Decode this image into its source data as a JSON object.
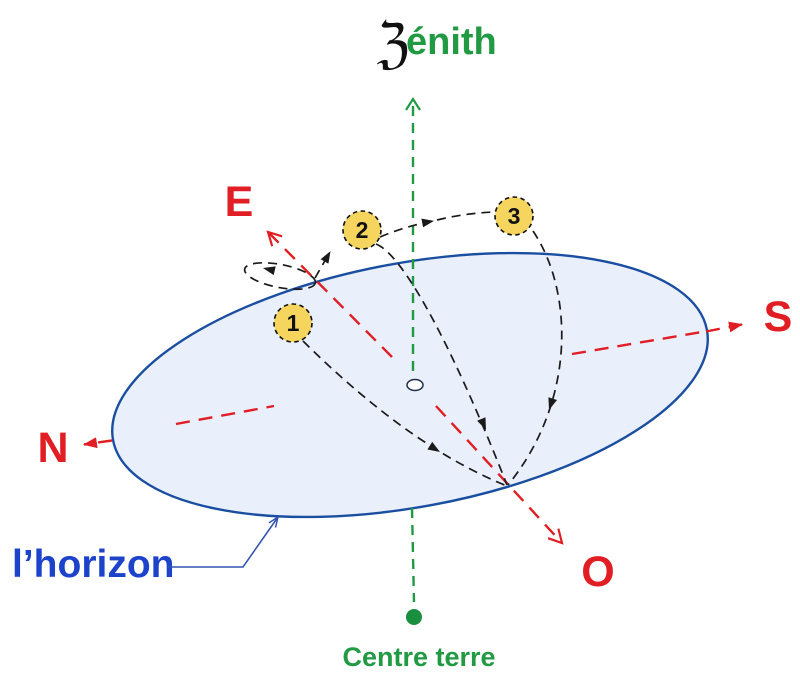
{
  "title": {
    "initial": "ℨ",
    "rest": "énith"
  },
  "compass": {
    "east": "E",
    "south": "S",
    "north": "N",
    "west": "O"
  },
  "horizon_label": "l’horizon",
  "earth_center_label": "Centre terre",
  "suns": [
    {
      "label": "1"
    },
    {
      "label": "2"
    },
    {
      "label": "3"
    }
  ],
  "colors": {
    "red": "#e01e24",
    "green": "#229a44",
    "green_dot": "#1a8f3f",
    "ellipse_stroke": "#1a4ea0",
    "ellipse_fill": "#e9effb",
    "horizon_text": "#1d43cb",
    "leader_blue": "#3355b0",
    "sun_fill": "#f6d55f",
    "path_black": "#1a1a1a"
  }
}
